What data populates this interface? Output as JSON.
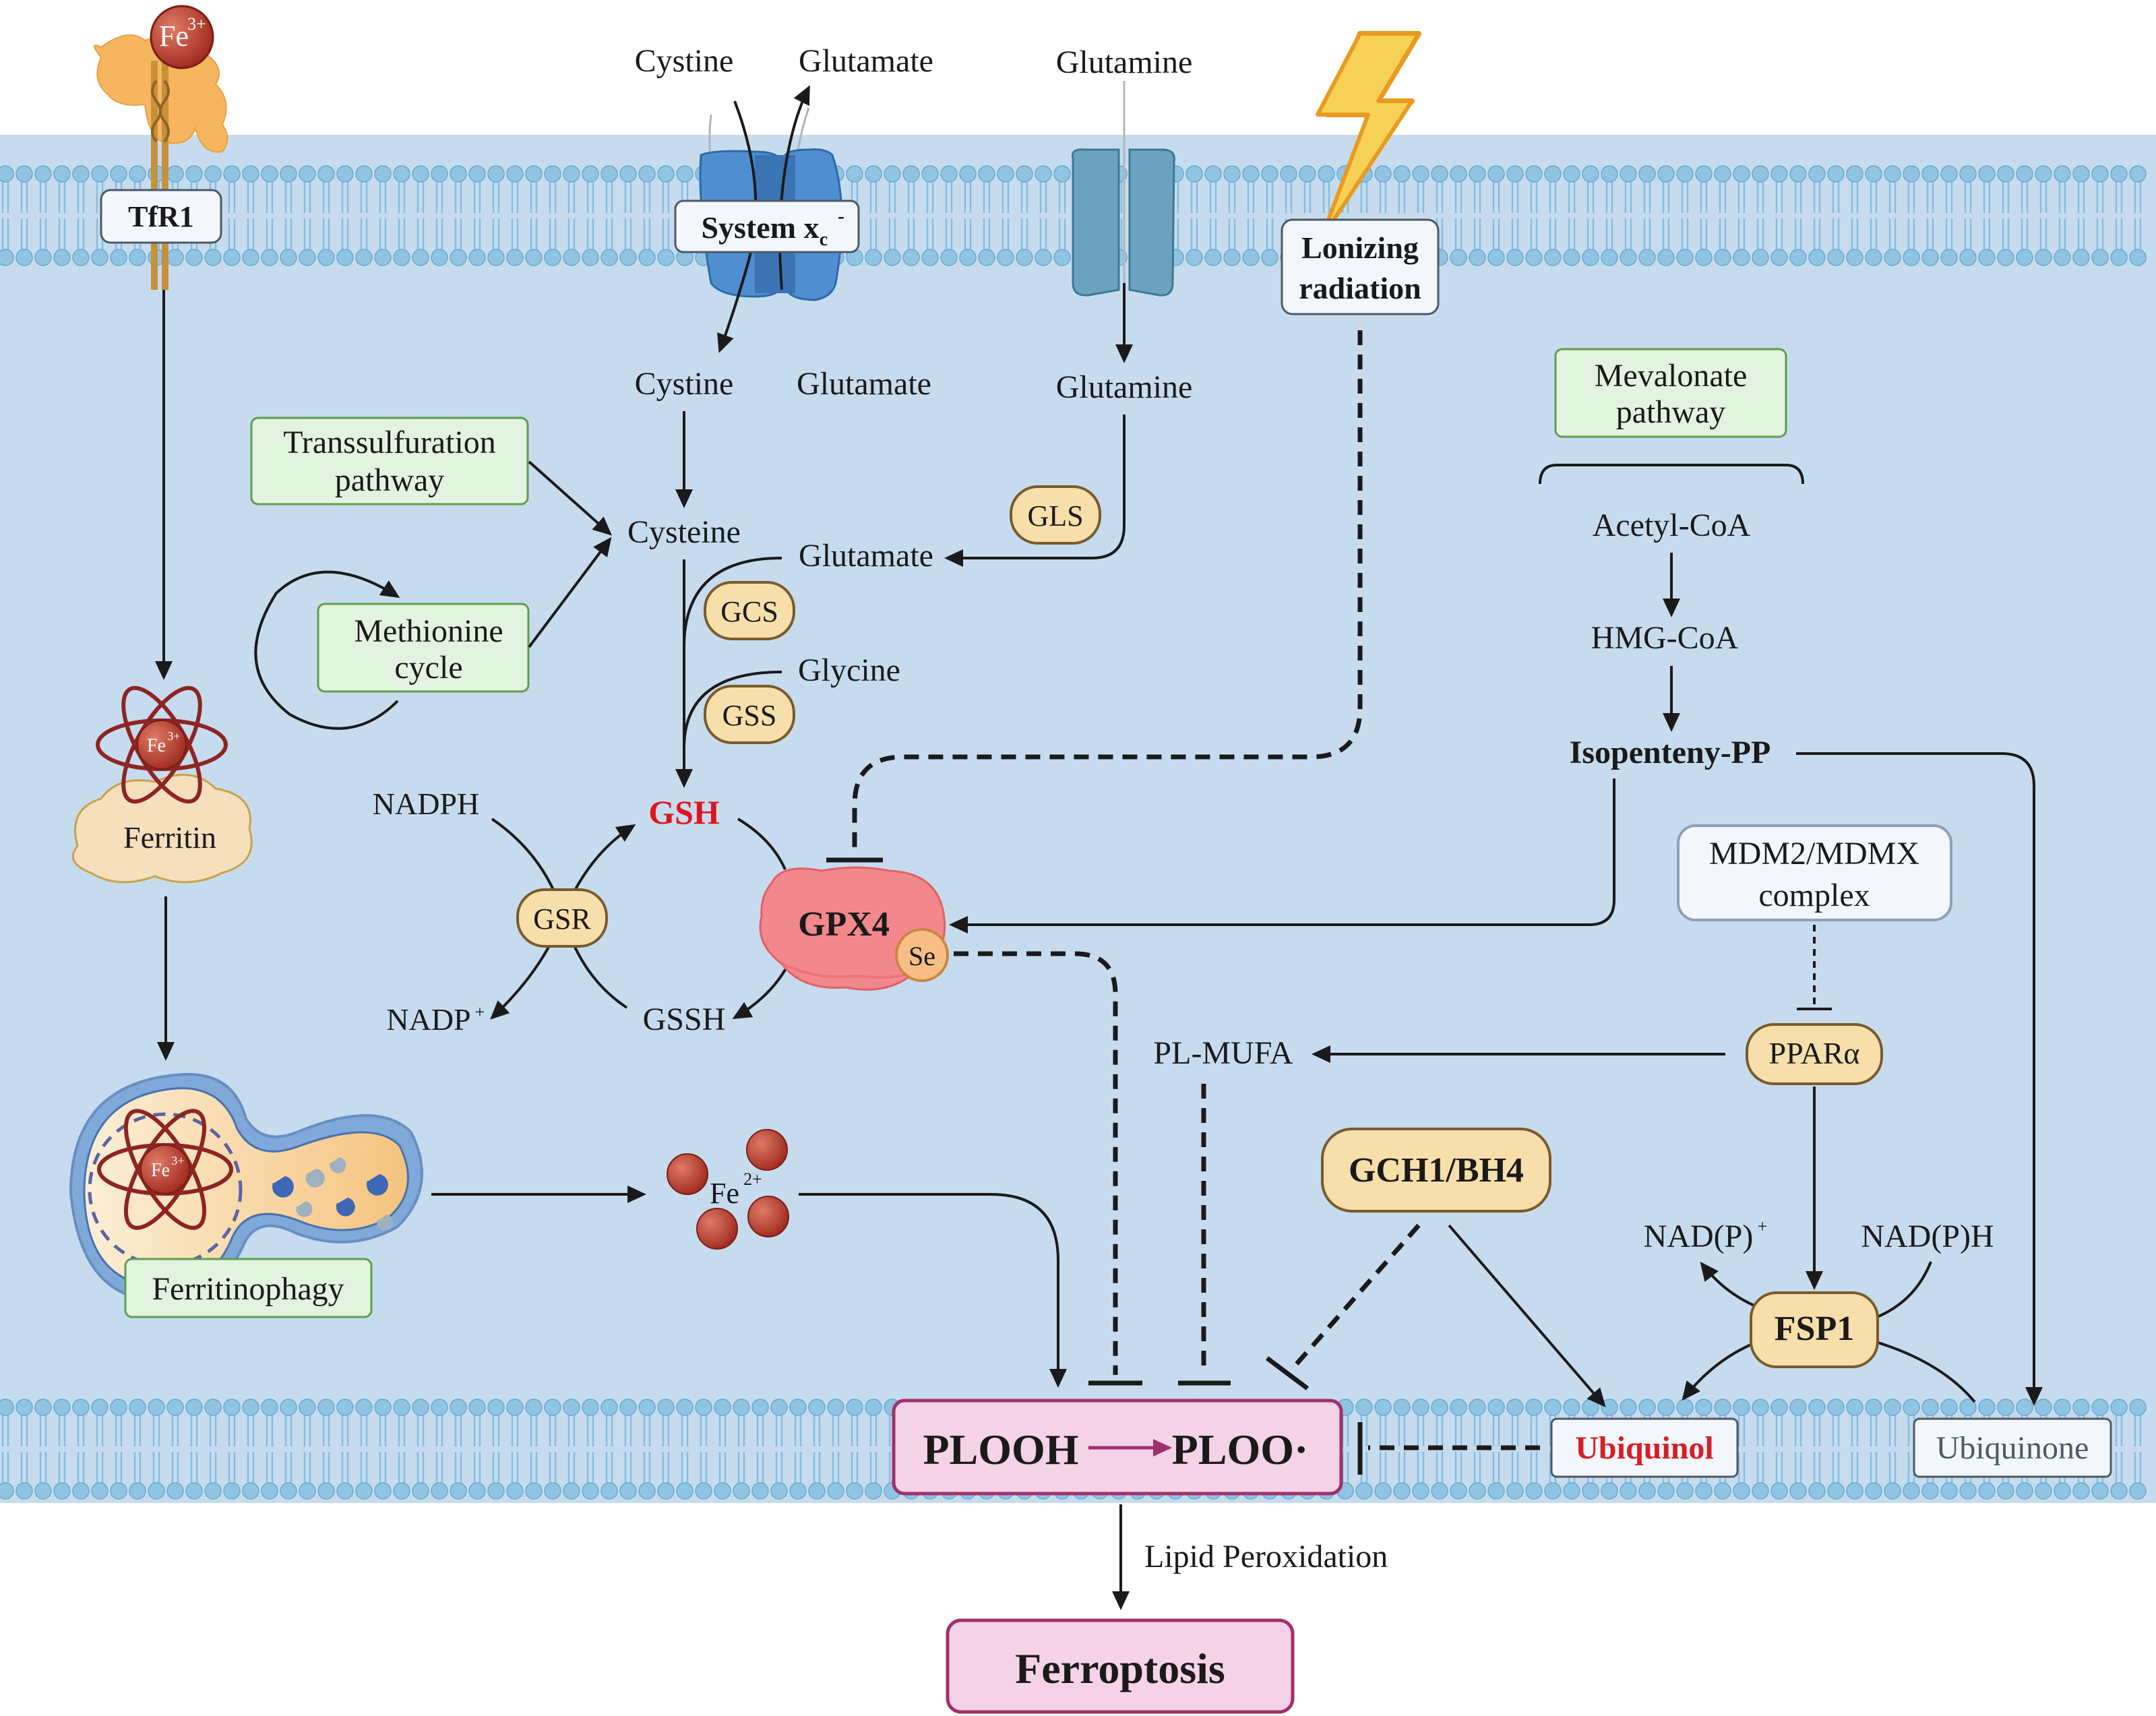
{
  "extracellular": {
    "cystine": "Cystine",
    "glutamate": "Glutamate",
    "glutamine": "Glutamine",
    "fe3": "Fe",
    "fe3_sup": "3+"
  },
  "membrane_labels": {
    "tfr1": "TfR1",
    "system_xc": "System x",
    "system_xc_sub": "c",
    "system_xc_sup": "-",
    "ionizing_line1": "Lonizing",
    "ionizing_line2": "radiation"
  },
  "intracellular": {
    "cystine": "Cystine",
    "glutamate_out": "Glutamate",
    "glutamine": "Glutamine",
    "transsulfuration_line1": "Transsulfuration",
    "transsulfuration_line2": "pathway",
    "methionine_line1": "Methionine",
    "methionine_line2": "cycle",
    "cysteine": "Cysteine",
    "glutamate": "Glutamate",
    "gls": "GLS",
    "gcs": "GCS",
    "glycine": "Glycine",
    "gss": "GSS",
    "gsh": "GSH",
    "nadph": "NADPH",
    "gsr": "GSR",
    "nadp": "NADP",
    "nadp_sup": "+",
    "gssh": "GSSH",
    "gpx4": "GPX4",
    "se": "Se",
    "ferritin": "Ferritin",
    "ferritin_fe": "Fe",
    "ferritin_fe_sup": "3+",
    "ferritinophagy": "Ferritinophagy",
    "lysosome_fe": "Fe",
    "lysosome_fe_sup": "3+",
    "fe2": "Fe",
    "fe2_sup": "2+",
    "mevalonate_line1": "Mevalonate",
    "mevalonate_line2": "pathway",
    "acetyl_coa": "Acetyl-CoA",
    "hmg_coa": "HMG-CoA",
    "isopenteny_pp": "Isopenteny-PP",
    "mdm2_line1": "MDM2/MDMX",
    "mdm2_line2": "complex",
    "ppara": "PPARα",
    "pl_mufa": "PL-MUFA",
    "gch1": "GCH1/BH4",
    "nadp_plus": "NAD(P)",
    "nadp_plus_sup": "+",
    "nadph2": "NAD(P)H",
    "fsp1": "FSP1",
    "ubiquinol": "Ubiquinol",
    "ubiquinone": "Ubiquinone"
  },
  "bottom": {
    "plooh": "PLOOH",
    "ploo": "PLOO·",
    "lipid_peroxidation": "Lipid Peroxidation",
    "ferroptosis": "Ferroptosis"
  },
  "colors": {
    "cell_bg": "#c6dcee",
    "membrane_head": "#8fc4e3",
    "green_box_fill": "#e2f3df",
    "green_box_stroke": "#5c9e4e",
    "enzyme_fill": "#f6dfab",
    "enzyme_stroke": "#7a5a2a",
    "pink_box_fill": "#f4d2e7",
    "pink_box_stroke": "#a0306a",
    "gsh_red": "#e0141e",
    "ubiquinol_red": "#d42027",
    "gpx4_fill": "#f3888c",
    "iron_red": "#b5382e"
  }
}
